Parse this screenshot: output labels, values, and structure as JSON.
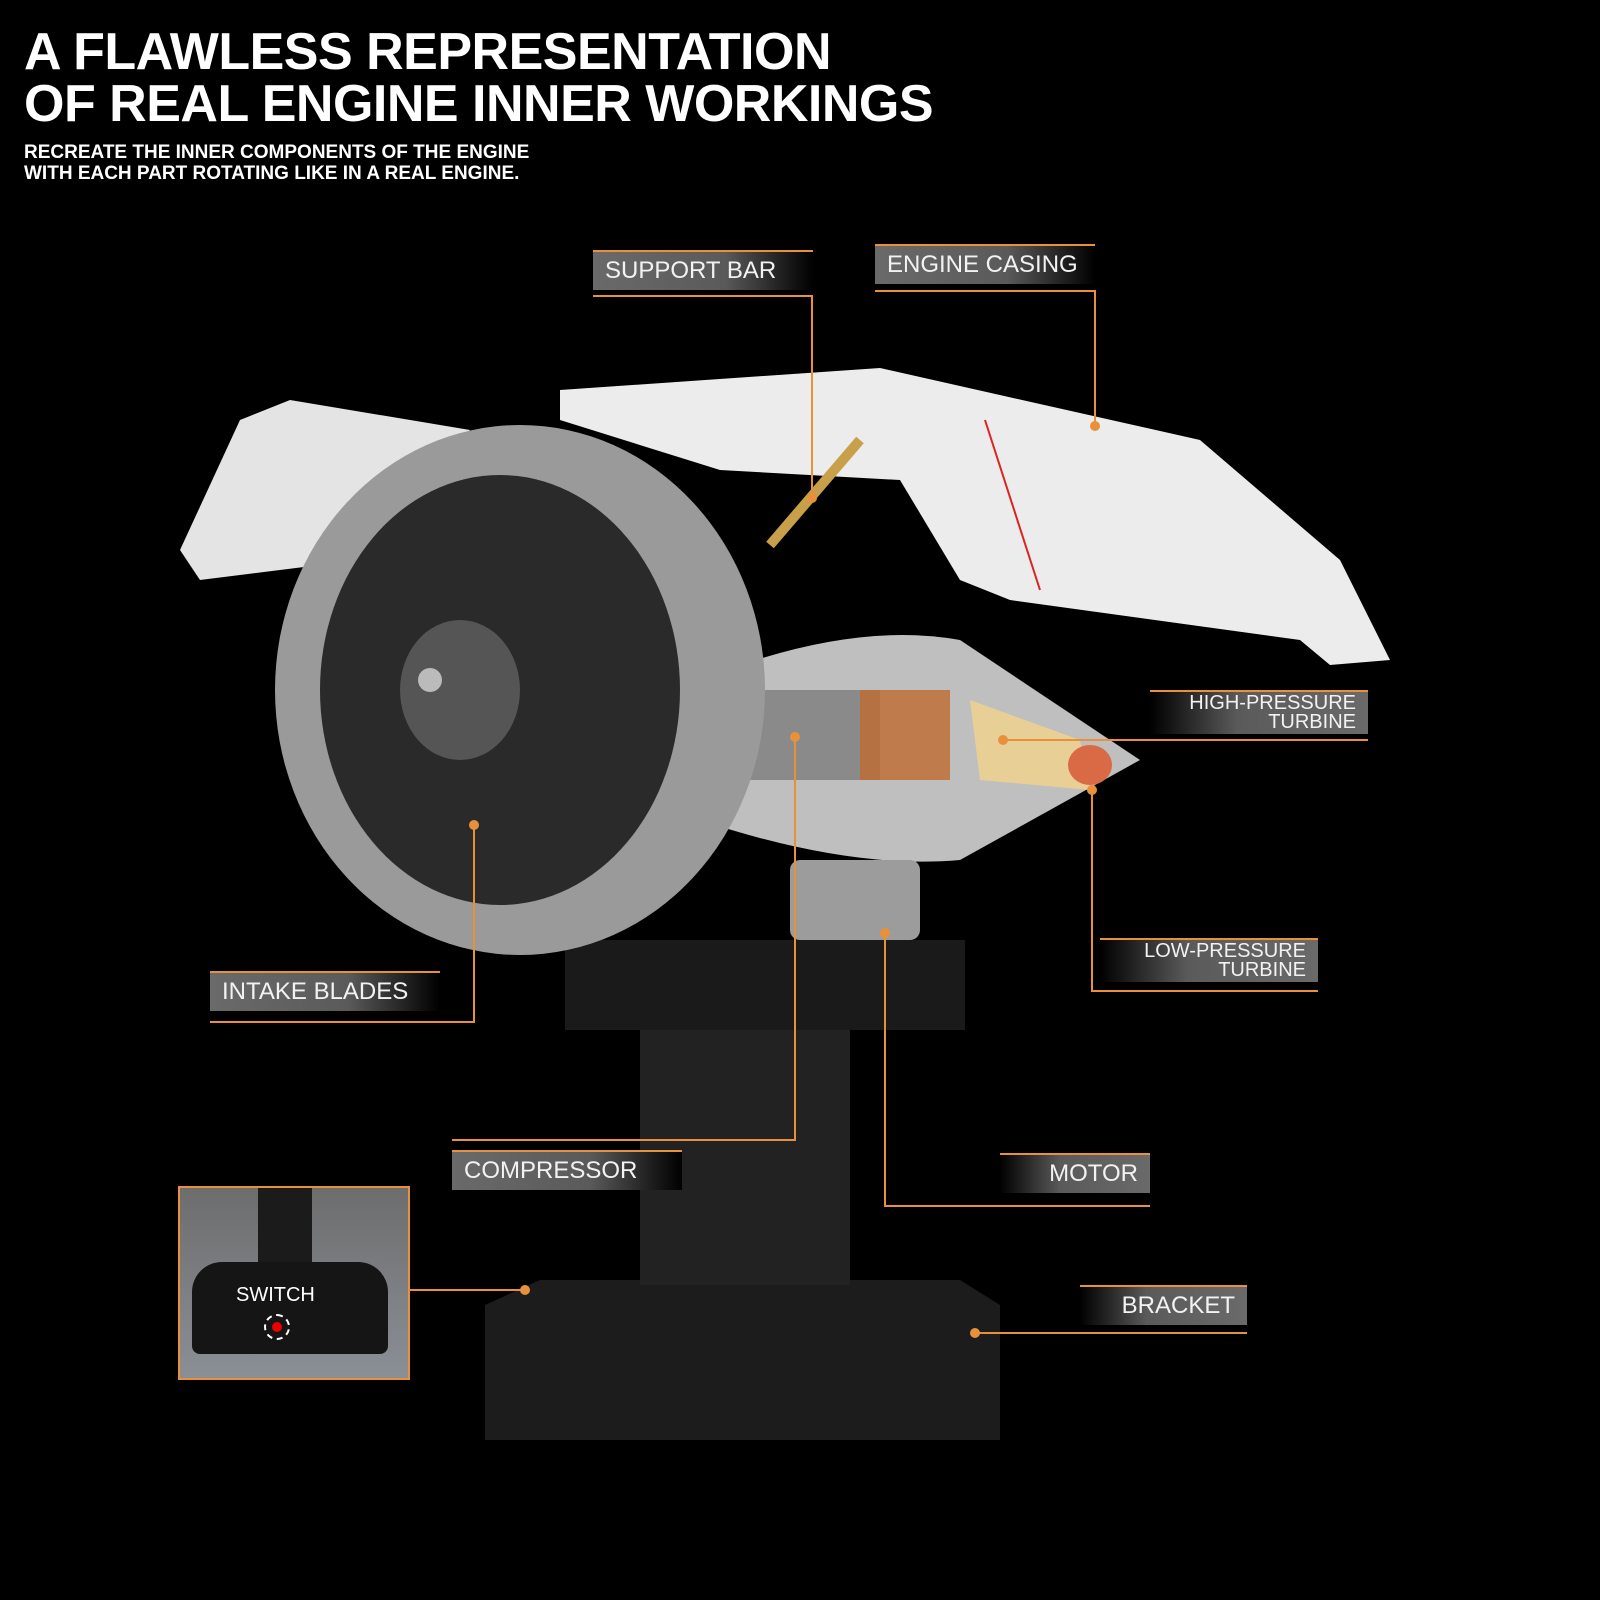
{
  "header": {
    "title_line1": "A FLAWLESS REPRESENTATION",
    "title_line2": "OF REAL ENGINE INNER WORKINGS",
    "subtitle_line1": "RECREATE THE INNER COMPONENTS OF THE ENGINE",
    "subtitle_line2": "WITH EACH PART ROTATING LIKE IN A REAL ENGINE."
  },
  "labels": {
    "support_bar": "SUPPORT BAR",
    "engine_casing": "ENGINE CASING",
    "hp_turbine_1": "HIGH-PRESSURE",
    "hp_turbine_2": "TURBINE",
    "lp_turbine_1": "LOW-PRESSURE",
    "lp_turbine_2": "TURBINE",
    "intake_blades": "INTAKE BLADES",
    "compressor": "COMPRESSOR",
    "motor": "MOTOR",
    "bracket": "BRACKET",
    "switch": "SWITCH"
  },
  "colors": {
    "accent": "#e8913a",
    "background": "#000000"
  }
}
